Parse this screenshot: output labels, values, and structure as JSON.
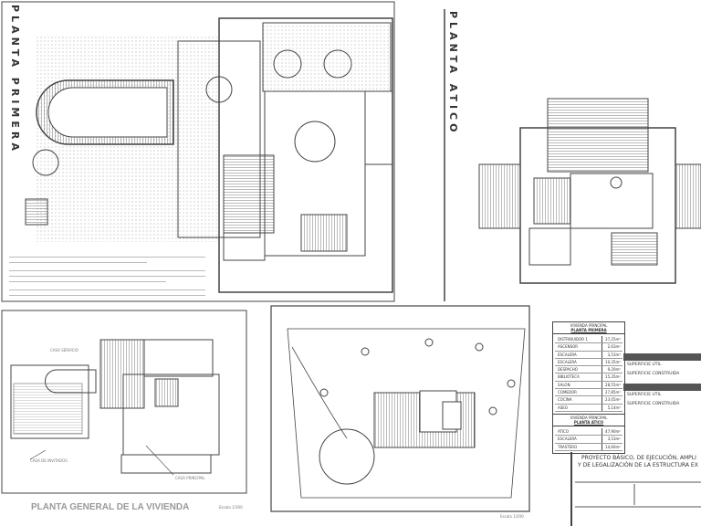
{
  "sheet": {
    "labels": {
      "first_floor": "PLANTA PRIMERA",
      "attic_floor": "PLANTA ATICO",
      "general_plan": "PLANTA GENERAL DE LA VIVIENDA",
      "scale_general": "Escala 1/300",
      "scale_site": "Escala 1/200"
    },
    "plan_labels": {
      "service_house": "CASA SERVICIO",
      "guest_house": "CASA DE INVITADOS",
      "main_house": "CASA PRINCIPAL"
    },
    "area_table": {
      "first_title": "VIVIENDA PRINCIPAL",
      "first_subtitle": "PLANTA PRIMERA",
      "first_rows": [
        {
          "room": "DISTRIBUIDOR 1",
          "area": "37,25m²"
        },
        {
          "room": "ASCENSOR",
          "area": "2,63m²"
        },
        {
          "room": "ESCALERA",
          "area": "3,53m²"
        },
        {
          "room": "ESCALERA",
          "area": "10,35m²"
        },
        {
          "room": "DESPACHO",
          "area": "9,20m²"
        },
        {
          "room": "BIBLIOTECA",
          "area": "15,35m²"
        },
        {
          "room": "SALON",
          "area": "28,55m²"
        },
        {
          "room": "COMEDOR",
          "area": "27,85m²"
        },
        {
          "room": "COCINA",
          "area": "23,05m²"
        },
        {
          "room": "ASEO",
          "area": "5,14m²"
        }
      ],
      "attic_title": "VIVIENDA PRINCIPAL",
      "attic_subtitle": "PLANTA ATICO",
      "attic_rows": [
        {
          "room": "ATICO",
          "area": "47,90m²"
        },
        {
          "room": "ESCALERA",
          "area": "3,53m²"
        },
        {
          "room": "TRASTERO",
          "area": "14,60m²"
        }
      ]
    },
    "surface_boxes": [
      {
        "useful": "SUPERFICIE UTIL",
        "built": "SUPERFICIE CONSTRUIDA"
      },
      {
        "useful": "SUPERFICIE UTIL",
        "built": "SUPERFICIE CONSTRUIDA"
      }
    ],
    "title_block": {
      "project_line1": "PROYECTO BÁSICO, DE EJECUCIÓN, AMPLI",
      "project_line2": "Y DE LEGALIZACIÓN DE LA ESTRUCTURA EX"
    }
  }
}
